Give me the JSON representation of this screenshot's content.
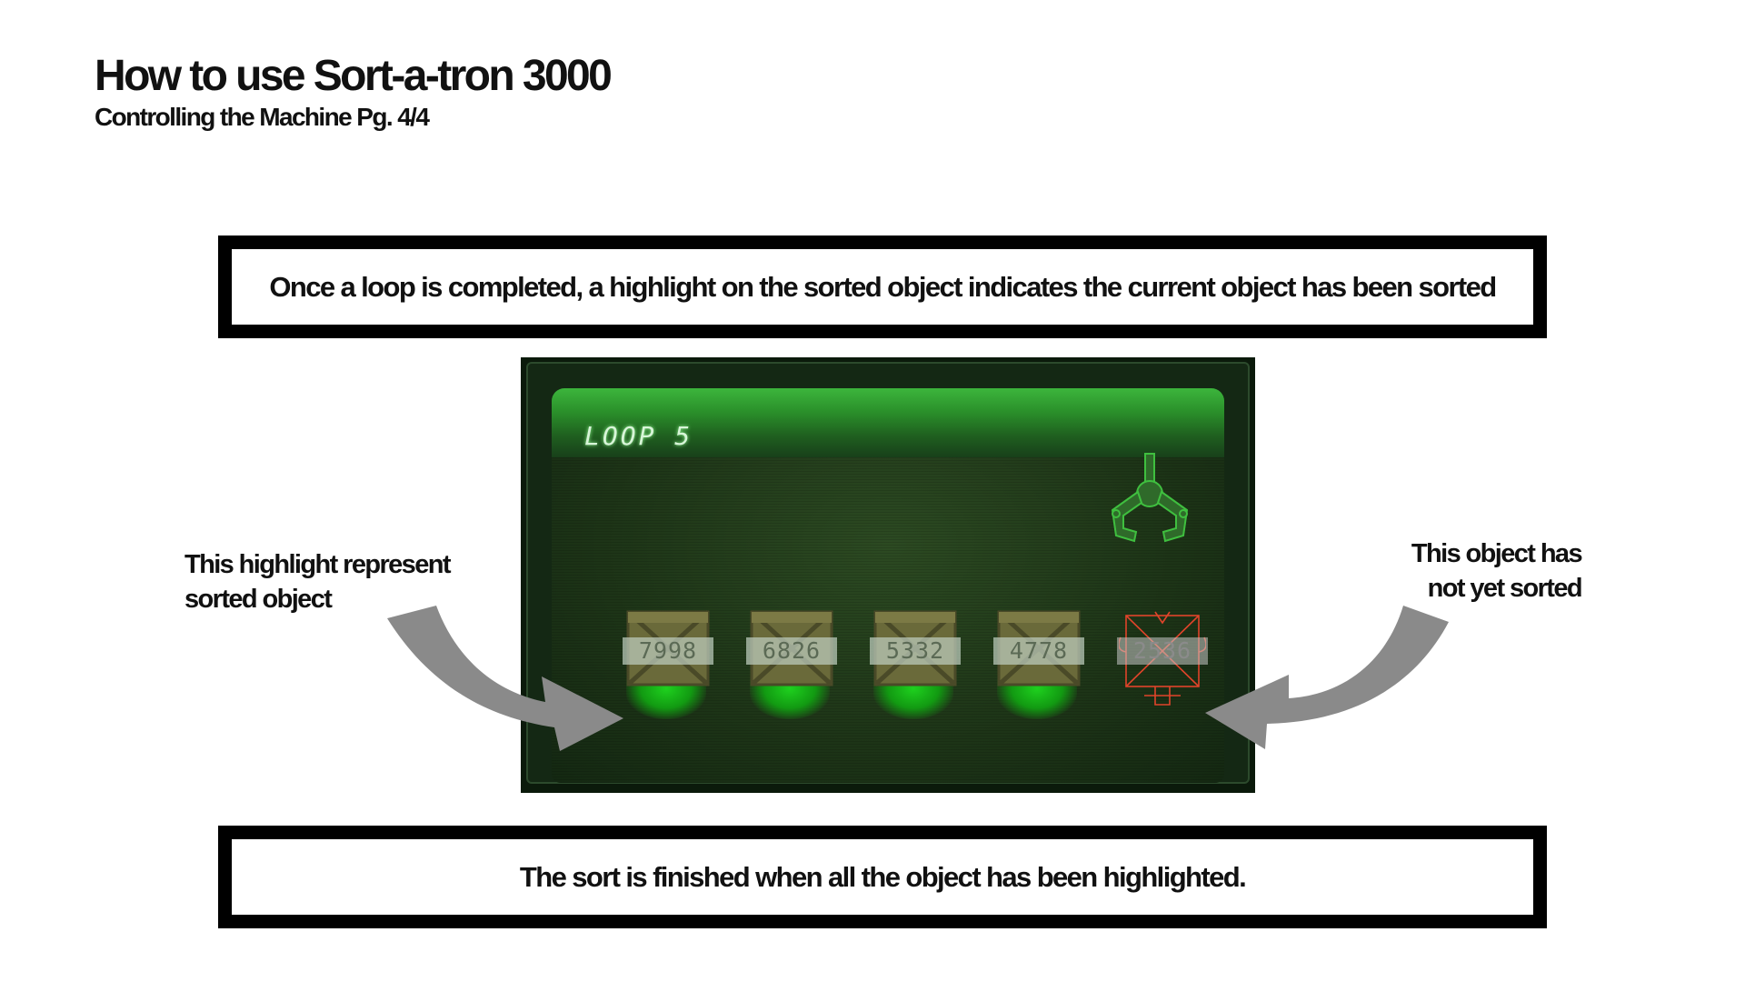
{
  "page": {
    "title": "How to use Sort-a-tron 3000",
    "subtitle": "Controlling the Machine Pg. 4/4"
  },
  "notes": {
    "top": "Once a loop is completed, a highlight on the sorted object indicates the current object has been sorted",
    "bottom": "The sort is finished when all the object has been highlighted."
  },
  "machine": {
    "loop_label": "LOOP 5",
    "crates": [
      {
        "value": "7998",
        "state": "sorted"
      },
      {
        "value": "6826",
        "state": "sorted"
      },
      {
        "value": "5332",
        "state": "sorted"
      },
      {
        "value": "4778",
        "state": "sorted"
      },
      {
        "value": "2536",
        "state": "unsorted"
      }
    ]
  },
  "callouts": {
    "left_line1": "This highlight represent",
    "left_line2": "sorted object",
    "right_line1": "This object has",
    "right_line2": "not yet sorted"
  },
  "colors": {
    "sorted_highlight": "#1ed11e",
    "unsorted_outline": "#e0442a",
    "loop_bar": "#2a8f2a",
    "arrow": "#8a8a8a",
    "box_border": "#000000"
  },
  "icons": {
    "claw": "claw-icon",
    "crate": "crate-icon",
    "arrow": "curved-arrow-icon"
  }
}
